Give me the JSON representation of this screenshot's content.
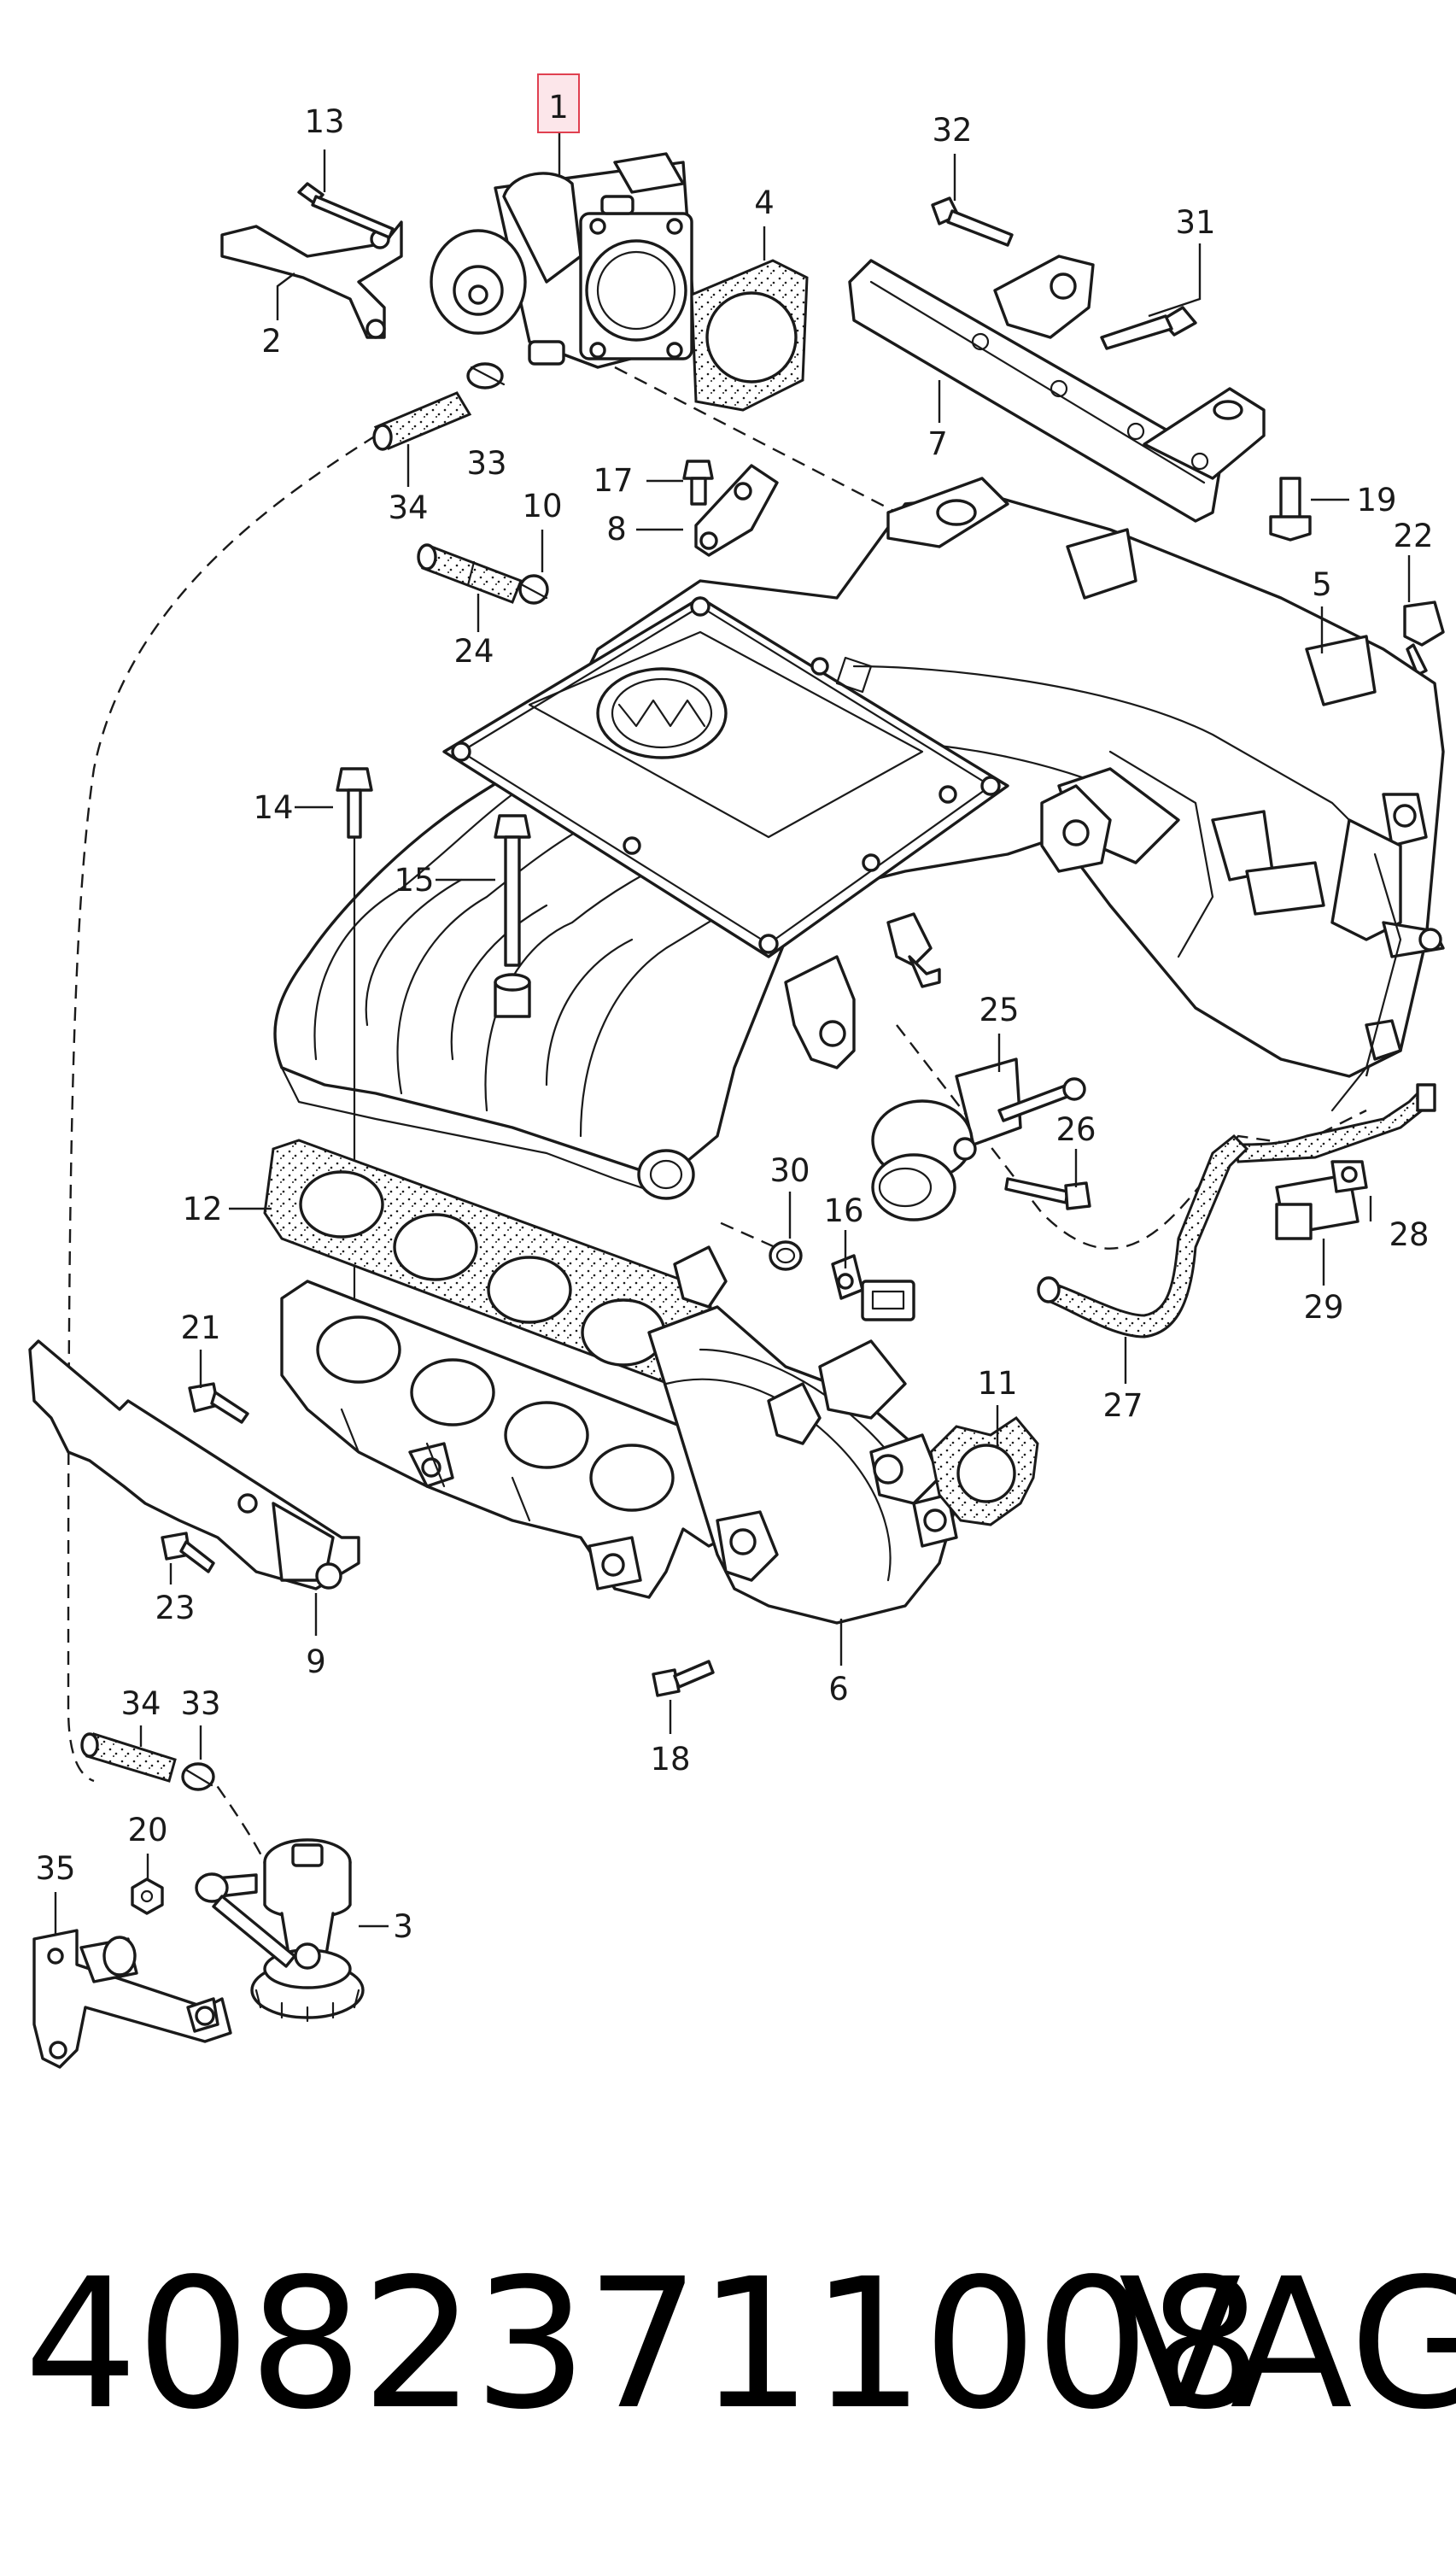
{
  "diagram": {
    "highlighted_callout": "1",
    "highlight_color": "#e04050",
    "callouts": {
      "c1": "1",
      "c2": "2",
      "c3": "3",
      "c4": "4",
      "c5": "5",
      "c6": "6",
      "c7": "7",
      "c8": "8",
      "c9": "9",
      "c10": "10",
      "c11": "11",
      "c12": "12",
      "c13": "13",
      "c14": "14",
      "c15": "15",
      "c16": "16",
      "c17": "17",
      "c18": "18",
      "c19": "19",
      "c20": "20",
      "c21": "21",
      "c22": "22",
      "c23": "23",
      "c24": "24",
      "c25": "25",
      "c26": "26",
      "c27": "27",
      "c28": "28",
      "c29": "29",
      "c30": "30",
      "c31": "31",
      "c32": "32",
      "c33a": "33",
      "c33b": "33",
      "c34a": "34",
      "c34b": "34",
      "c35": "35"
    }
  },
  "footer": {
    "part_number": "40823711008",
    "brand": "VAG"
  }
}
